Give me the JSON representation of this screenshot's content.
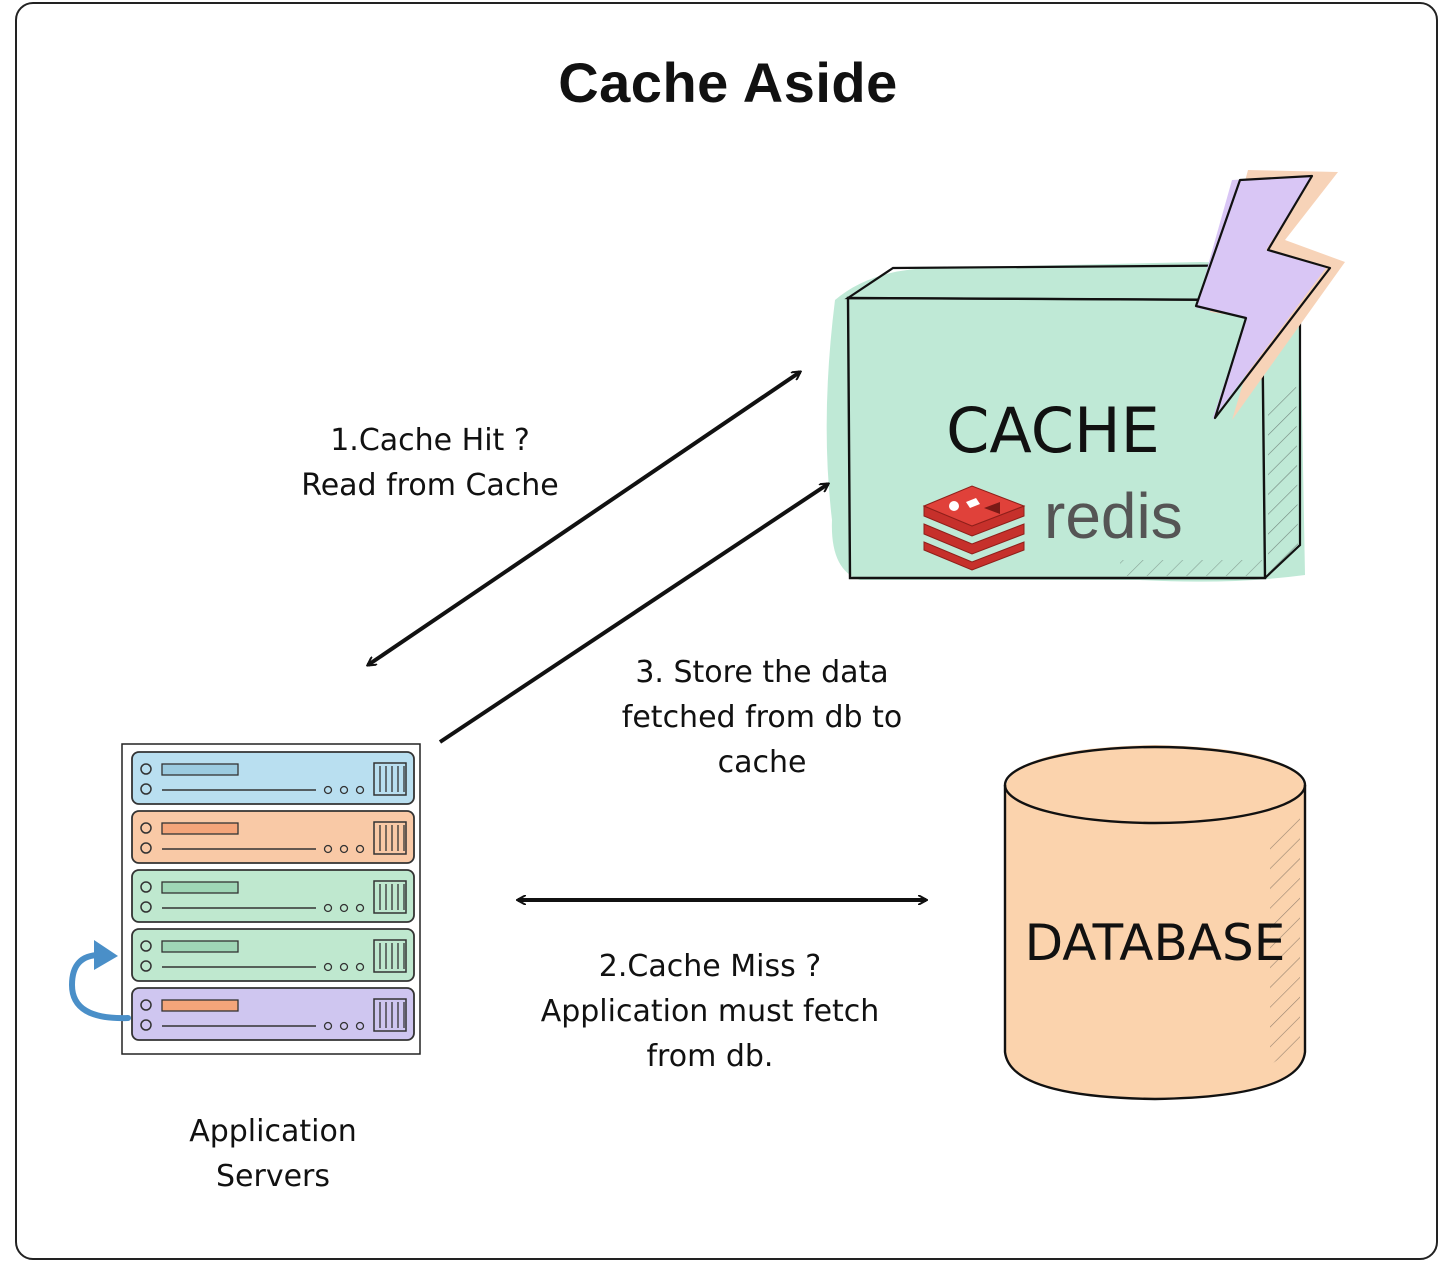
{
  "title": "Cache Aside",
  "nodes": {
    "cache": {
      "label": "CACHE",
      "brand": "redis"
    },
    "database": {
      "label": "DATABASE"
    },
    "app_servers": {
      "label_line1": "Application",
      "label_line2": "Servers"
    }
  },
  "edges": {
    "cache_hit": {
      "line1": "1.Cache Hit ?",
      "line2": "Read from Cache"
    },
    "store": {
      "line1": "3. Store the data",
      "line2": "fetched from db to",
      "line3": "cache"
    },
    "cache_miss": {
      "line1": "2.Cache Miss ?",
      "line2": "Application must fetch",
      "line3": "from db."
    }
  },
  "colors": {
    "cache_fill": "#bfe9d6",
    "database_fill": "#fbd3ad",
    "bolt_fill": "#d9c6f5",
    "bolt_shadow": "#f7d3b8",
    "redis_red": "#c6302b",
    "redis_text": "#555555",
    "server_blue": "#b9dff0",
    "server_orange": "#f9c9a6",
    "server_green": "#bfe8cf",
    "server_purple": "#cfc6f0",
    "loop_arrow": "#4a8fc8"
  }
}
